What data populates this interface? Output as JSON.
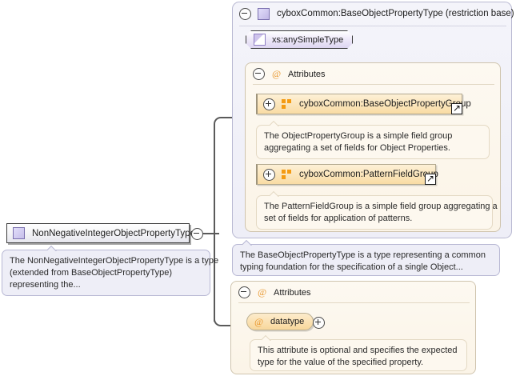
{
  "diagram": {
    "element": {
      "name": "NonNegativeIntegerObjectPropertyType",
      "icon": "element-swatch-icon",
      "toggle": "collapse-minus-icon",
      "annotation": [
        "The NonNegativeIntegerObjectPropertyType is a type",
        "(extended from BaseObjectPropertyType)",
        "representing the..."
      ]
    },
    "base_type": {
      "title": "cyboxCommon:BaseObjectPropertyType (restriction base)",
      "toggle": "collapse-minus-icon",
      "icon": "type-swatch-icon",
      "simple_type": {
        "name": "xs:anySimpleType",
        "icon": "simple-type-icon"
      },
      "attributes": {
        "title": "Attributes",
        "toggle": "collapse-minus-icon",
        "at_symbol": "@",
        "groups": [
          {
            "name": "cyboxCommon:BaseObjectPropertyGroup",
            "toggle": "expand-plus-icon",
            "icon": "attribute-group-icon",
            "goto": "goto-arrow-icon",
            "annotation": [
              "The ObjectPropertyGroup is a simple field group",
              "aggregating a set of fields for Object Properties."
            ]
          },
          {
            "name": "cyboxCommon:PatternFieldGroup",
            "toggle": "expand-plus-icon",
            "icon": "attribute-group-icon",
            "goto": "goto-arrow-icon",
            "annotation": [
              "The PatternFieldGroup is a simple field group aggregating a",
              "set of fields for application of patterns."
            ]
          }
        ]
      },
      "annotation": [
        "The BaseObjectPropertyType is a type representing a common",
        "typing foundation for the specification of a single Object..."
      ]
    },
    "own_attributes": {
      "title": "Attributes",
      "toggle": "collapse-minus-icon",
      "at_symbol": "@",
      "items": [
        {
          "name": "datatype",
          "at_symbol": "@",
          "toggle": "expand-plus-icon",
          "annotation": [
            "This attribute is optional and specifies the expected",
            "type for the value of the specified property."
          ]
        }
      ]
    },
    "colors": {
      "type_container_bg": "#eeeef7",
      "type_container_border": "#b9b9d2",
      "attributes_bg": "#fbf4e7",
      "attributes_border": "#cfc4ae",
      "group_box_fill": "#f9dca4",
      "group_icon_orange": "#f49b12",
      "connector": "#5a5a5a"
    }
  }
}
